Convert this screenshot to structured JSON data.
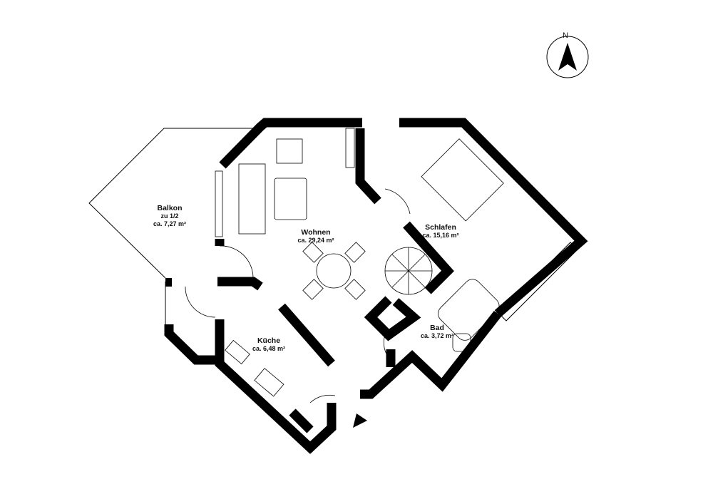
{
  "compass": {
    "label": "N"
  },
  "rooms": [
    {
      "name": "Balkon",
      "note": "zu 1/2",
      "area": "ca. 7,27 m²"
    },
    {
      "name": "Wohnen",
      "area": "ca. 29,24 m²"
    },
    {
      "name": "Schlafen",
      "area": "ca. 15,16 m²"
    },
    {
      "name": "Küche",
      "area": "ca. 6,48 m²"
    },
    {
      "name": "Bad",
      "area": "ca. 3,72 m²"
    }
  ]
}
